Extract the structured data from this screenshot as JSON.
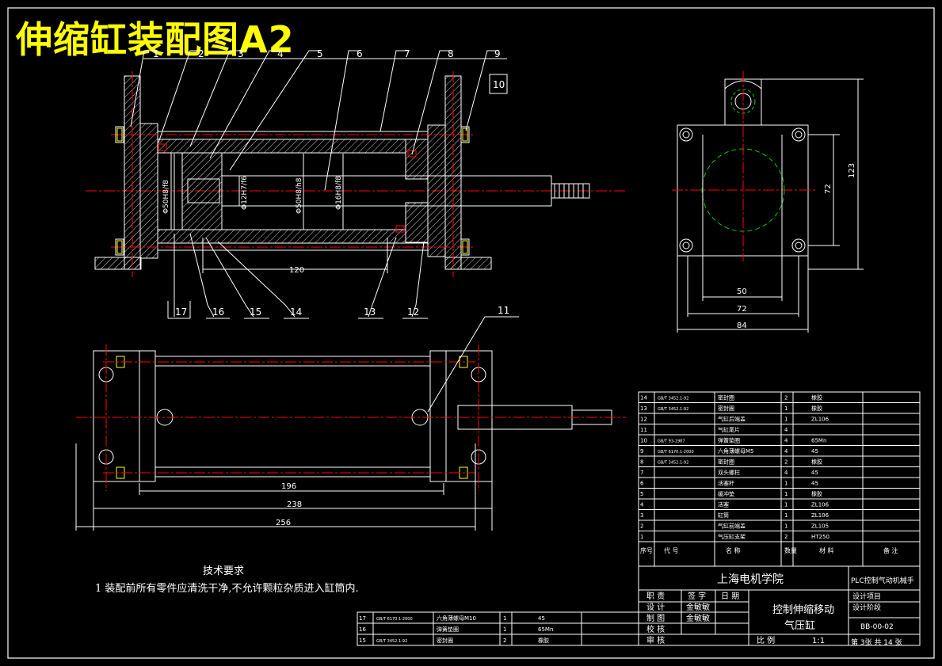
{
  "title": "伸缩缸装配图A2",
  "part_numbers_top": [
    "1",
    "2",
    "3",
    "4",
    "5",
    "6",
    "7",
    "8",
    "9",
    "10"
  ],
  "part_numbers_bottom": [
    "17",
    "16",
    "15",
    "14",
    "13",
    "12"
  ],
  "part_number_11": "11",
  "dims": {
    "d120": "120",
    "d72v": "72",
    "d123": "123",
    "d50": "50",
    "d72h": "72",
    "d84": "84",
    "d196": "196",
    "d238": "238",
    "d256": "256",
    "fit1": "Φ50H8/f8",
    "fit2": "Φ12H7/f6",
    "fit3": "Φ50H8/h8",
    "fit4": "Φ16H8/f8"
  },
  "tech_requirements": {
    "heading": "技术要求",
    "item1": "1 装配前所有零件应清洗干净,不允许颗粒杂质进入缸筒内."
  },
  "bom_main": [
    {
      "no": "14",
      "std": "GB/T 3452.1-92",
      "name": "密封圈",
      "qty": "2",
      "mat": "橡胶",
      "note": ""
    },
    {
      "no": "13",
      "std": "GB/T 3452.1-92",
      "name": "密封圈",
      "qty": "1",
      "mat": "橡胶",
      "note": ""
    },
    {
      "no": "12",
      "std": "",
      "name": "气缸后端盖",
      "qty": "1",
      "mat": "ZL106",
      "note": ""
    },
    {
      "no": "11",
      "std": "",
      "name": "气缸尾片",
      "qty": "4",
      "mat": "",
      "note": ""
    },
    {
      "no": "10",
      "std": "GB/T 93-1987",
      "name": "弹簧垫圈",
      "qty": "4",
      "mat": "65Mn",
      "note": ""
    },
    {
      "no": "9",
      "std": "GB/T 6170.1-2000",
      "name": "六角薄螺母M5",
      "qty": "4",
      "mat": "45",
      "note": ""
    },
    {
      "no": "8",
      "std": "GB/T 3452.1-92",
      "name": "密封圈",
      "qty": "2",
      "mat": "橡胶",
      "note": ""
    },
    {
      "no": "7",
      "std": "",
      "name": "双头螺柱",
      "qty": "4",
      "mat": "45",
      "note": ""
    },
    {
      "no": "6",
      "std": "",
      "name": "活塞杆",
      "qty": "1",
      "mat": "45",
      "note": ""
    },
    {
      "no": "5",
      "std": "",
      "name": "缓冲垫",
      "qty": "1",
      "mat": "橡胶",
      "note": ""
    },
    {
      "no": "4",
      "std": "",
      "name": "活塞",
      "qty": "1",
      "mat": "ZL106",
      "note": ""
    },
    {
      "no": "3",
      "std": "",
      "name": "缸筒",
      "qty": "1",
      "mat": "ZL106",
      "note": ""
    },
    {
      "no": "2",
      "std": "",
      "name": "气缸前端盖",
      "qty": "1",
      "mat": "ZL105",
      "note": ""
    },
    {
      "no": "1",
      "std": "",
      "name": "气压缸支架",
      "qty": "2",
      "mat": "HT250",
      "note": ""
    }
  ],
  "bom_header": {
    "no": "序号",
    "std": "代 号",
    "name": "名 称",
    "qty": "数量",
    "mat": "材 料",
    "note": "备 注"
  },
  "bom_upper": [
    {
      "no": "17",
      "std": "GB/T 6170.1-2000",
      "name": "六角薄螺母M10",
      "qty": "1",
      "mat": "45",
      "note": ""
    },
    {
      "no": "16",
      "std": "",
      "name": "弹簧垫圈",
      "qty": "1",
      "mat": "65Mn",
      "note": ""
    },
    {
      "no": "15",
      "std": "GB/T 3452.1-92",
      "name": "密封圈",
      "qty": "2",
      "mat": "橡胶",
      "note": ""
    }
  ],
  "title_block": {
    "school": "上海电机学院",
    "project": "PLC控制气动机械手",
    "drawing_name_1": "控制伸缩移动",
    "drawing_name_2": "气压缸",
    "design_project": "设计项目",
    "design_stage": "设计阶段",
    "drawing_no": "BB-00-02",
    "role_header": "职 责",
    "sign_header": "签 字",
    "date_header": "日 期",
    "roles": [
      "设 计",
      "制 图",
      "校 核",
      "审 核"
    ],
    "signatures": [
      "金敏敏",
      "金敏敏",
      "",
      ""
    ],
    "scale_label": "比 例",
    "scale": "1:1",
    "sheet": "第 3张 共 14 张"
  },
  "colors": {
    "bg": "#000000",
    "line": "#ffffff",
    "center": "#ff0000",
    "yellow": "#ffff00",
    "green": "#00cc00",
    "red": "#ff0000"
  }
}
